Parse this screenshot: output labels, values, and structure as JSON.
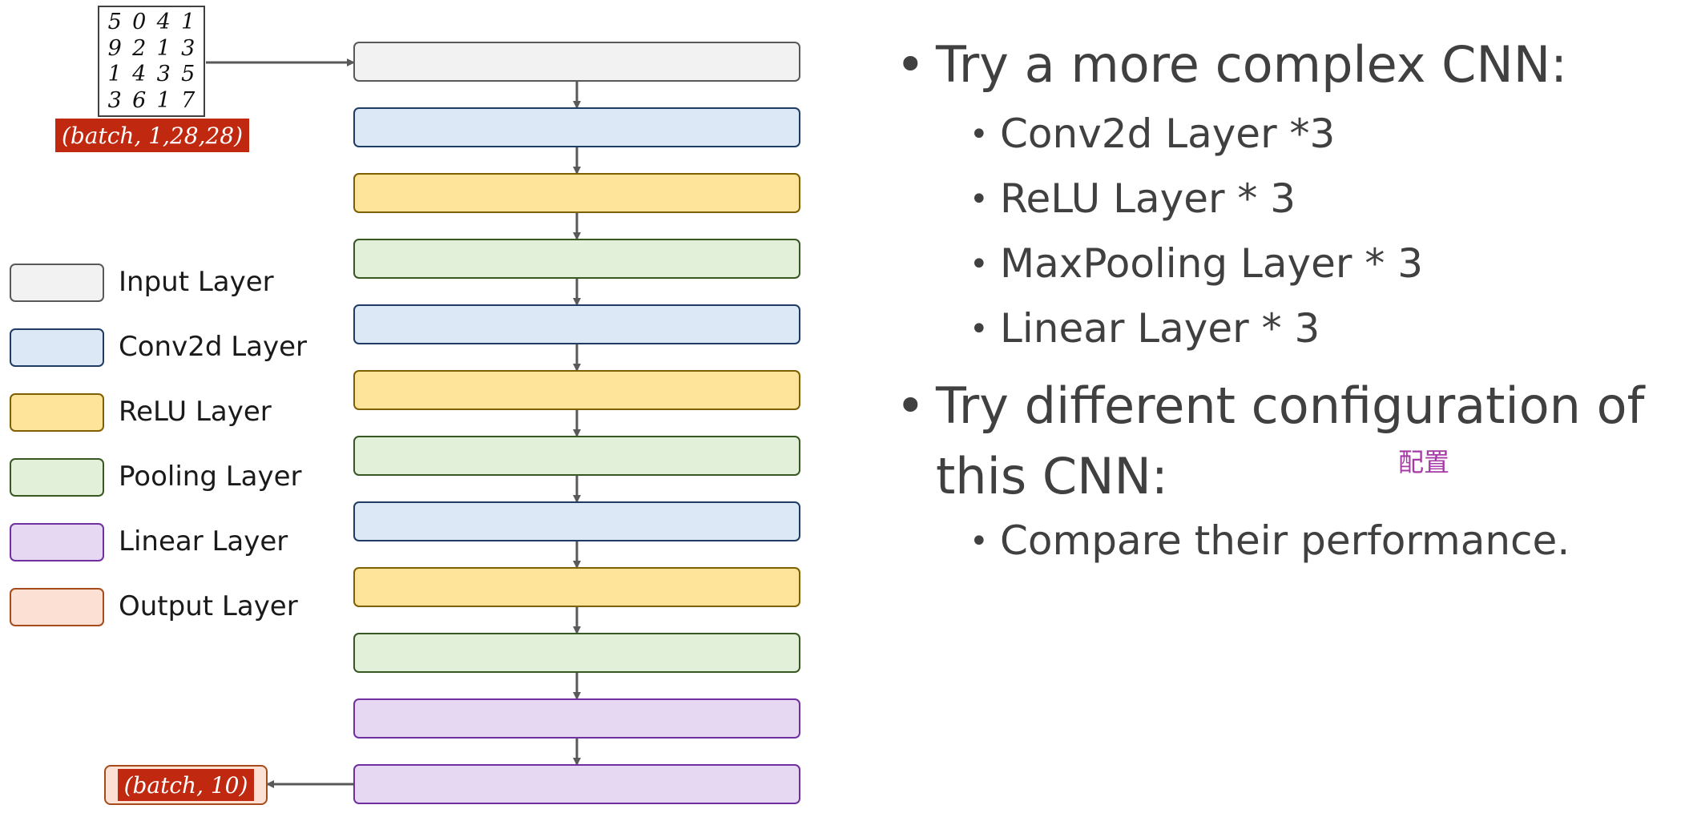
{
  "diagram": {
    "digits": [
      "5",
      "0",
      "4",
      "1",
      "9",
      "2",
      "1",
      "3",
      "1",
      "4",
      "3",
      "5",
      "3",
      "6",
      "1",
      "7"
    ],
    "input_shape": "(batch, 1,28,28)",
    "output_shape": "(batch, 10)",
    "layer_stack": [
      {
        "type": "input",
        "fill": "#f2f2f2",
        "stroke": "#595959"
      },
      {
        "type": "conv2d",
        "fill": "#dde8f6",
        "stroke": "#1f3d64"
      },
      {
        "type": "relu",
        "fill": "#fde49a",
        "stroke": "#7f6000"
      },
      {
        "type": "pooling",
        "fill": "#e2f0d9",
        "stroke": "#385723"
      },
      {
        "type": "conv2d",
        "fill": "#dde8f6",
        "stroke": "#1f3d64"
      },
      {
        "type": "relu",
        "fill": "#fde49a",
        "stroke": "#7f6000"
      },
      {
        "type": "pooling",
        "fill": "#e2f0d9",
        "stroke": "#385723"
      },
      {
        "type": "conv2d",
        "fill": "#dde8f6",
        "stroke": "#1f3d64"
      },
      {
        "type": "relu",
        "fill": "#fde49a",
        "stroke": "#7f6000"
      },
      {
        "type": "pooling",
        "fill": "#e2f0d9",
        "stroke": "#385723"
      },
      {
        "type": "linear",
        "fill": "#e6d7f2",
        "stroke": "#7030a0"
      },
      {
        "type": "linear",
        "fill": "#e6d7f2",
        "stroke": "#7030a0"
      }
    ],
    "legend": [
      {
        "label": "Input Layer",
        "fill": "#f2f2f2",
        "stroke": "#595959"
      },
      {
        "label": "Conv2d Layer",
        "fill": "#dde8f6",
        "stroke": "#1f3d64"
      },
      {
        "label": "ReLU Layer",
        "fill": "#fde49a",
        "stroke": "#7f6000"
      },
      {
        "label": "Pooling Layer",
        "fill": "#e2f0d9",
        "stroke": "#385723"
      },
      {
        "label": "Linear Layer",
        "fill": "#e6d7f2",
        "stroke": "#7030a0"
      },
      {
        "label": "Output Layer",
        "fill": "#fbe0d3",
        "stroke": "#a64b1c"
      }
    ]
  },
  "bullets": [
    {
      "text": "Try a more complex CNN:",
      "sub": [
        "Conv2d Layer *3",
        "ReLU Layer * 3",
        "MaxPooling Layer * 3",
        "Linear Layer * 3"
      ]
    },
    {
      "text_line1": "Try different configuration of",
      "text_line2": "this CNN:",
      "sub": [
        "Compare their performance."
      ]
    }
  ],
  "annotation": "配置"
}
